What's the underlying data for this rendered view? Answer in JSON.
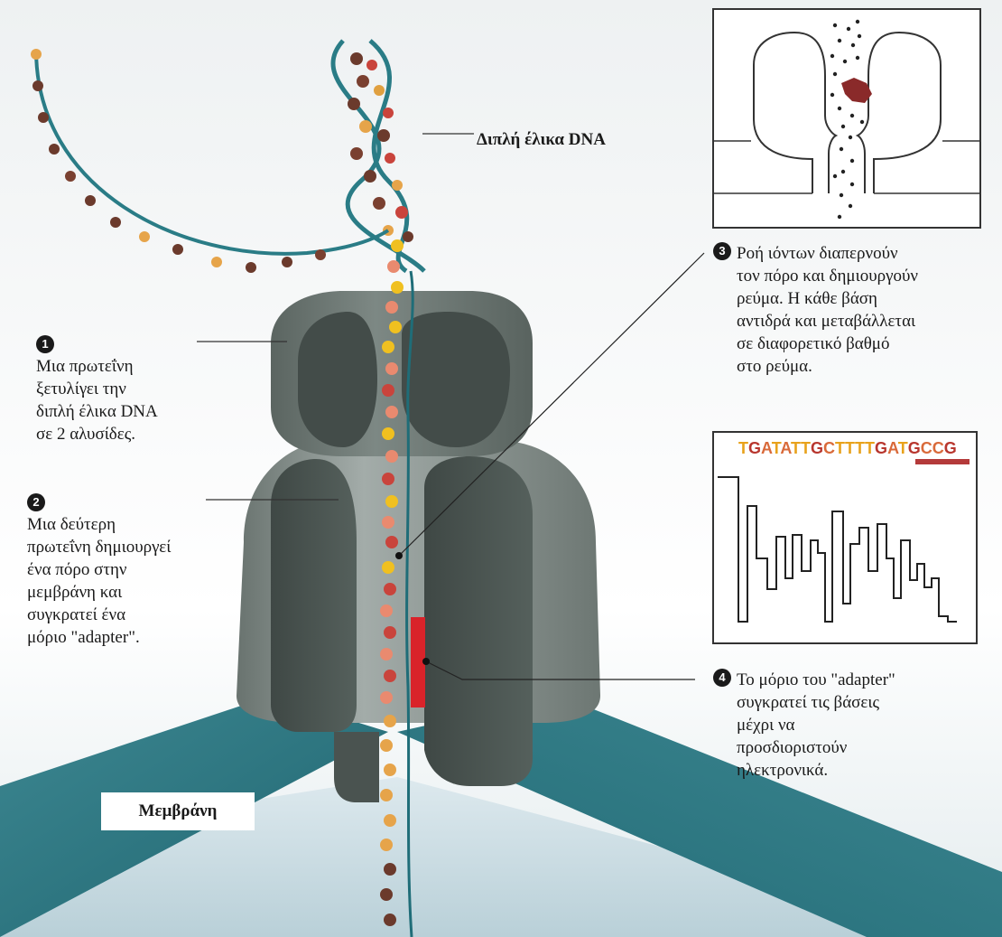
{
  "labels": {
    "dna_helix": "Διπλή έλικα DNA",
    "membrane": "Μεμβράνη"
  },
  "steps": [
    {
      "number": "1",
      "text": "Μια πρωτεΐνη\nξετυλίγει την\nδιπλή έλικα DNA\nσε 2 αλυσίδες."
    },
    {
      "number": "2",
      "text": "Μια δεύτερη\nπρωτεΐνη δημιουργεί\nένα πόρο στην\nμεμβράνη και\nσυγκρατεί ένα\nμόριο \"adapter\"."
    },
    {
      "number": "3",
      "text": "Ροή ιόντων διαπερνούν\nτον πόρο και δημιουργούν\nρεύμα. Η κάθε βάση\nαντιδρά και μεταβάλλεται\nσε διαφορετικό βαθμό\nστο ρεύμα."
    },
    {
      "number": "4",
      "text": "Το μόριο του \"adapter\"\nσυγκρατεί τις βάσεις\nμέχρι να\nπροσδιοριστούν\nηλεκτρονικά."
    }
  ],
  "signal_panel": {
    "sequence": "TGATATTGCTTTTGATGCCG",
    "colors": {
      "yellow": "#e8a21c",
      "orange": "#d96a3a",
      "red": "#b8362e",
      "highlight_bar": "#b43a3a"
    }
  },
  "colors": {
    "teal": "#2a7c86",
    "pore_light": "#7f8b88",
    "pore_dark": "#4b5552",
    "adapter": "#d9232a",
    "base_yellow": "#f0c020",
    "base_salmon": "#e98a6f",
    "base_red": "#c9443c",
    "base_brown": "#6b3a2c"
  }
}
